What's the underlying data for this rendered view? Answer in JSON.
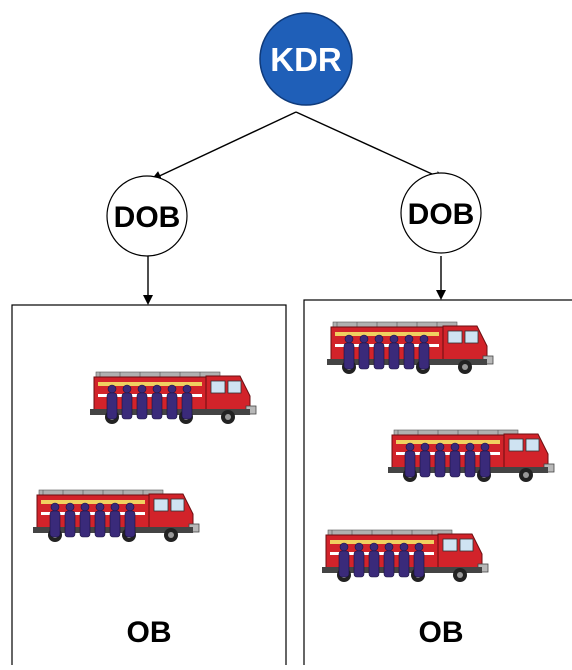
{
  "nodes": {
    "root": {
      "label": "KDR",
      "fill": "#1f5fb8"
    },
    "left": {
      "label": "DOB"
    },
    "right": {
      "label": "DOB"
    }
  },
  "groups": {
    "left": {
      "label": "OB",
      "unit_count": 2
    },
    "right": {
      "label": "OB",
      "unit_count": 3
    }
  },
  "unit": {
    "icon": "fire-truck-with-crew-icon",
    "truck_color": "#d2232a",
    "crew_color": "#3a2a7a"
  }
}
